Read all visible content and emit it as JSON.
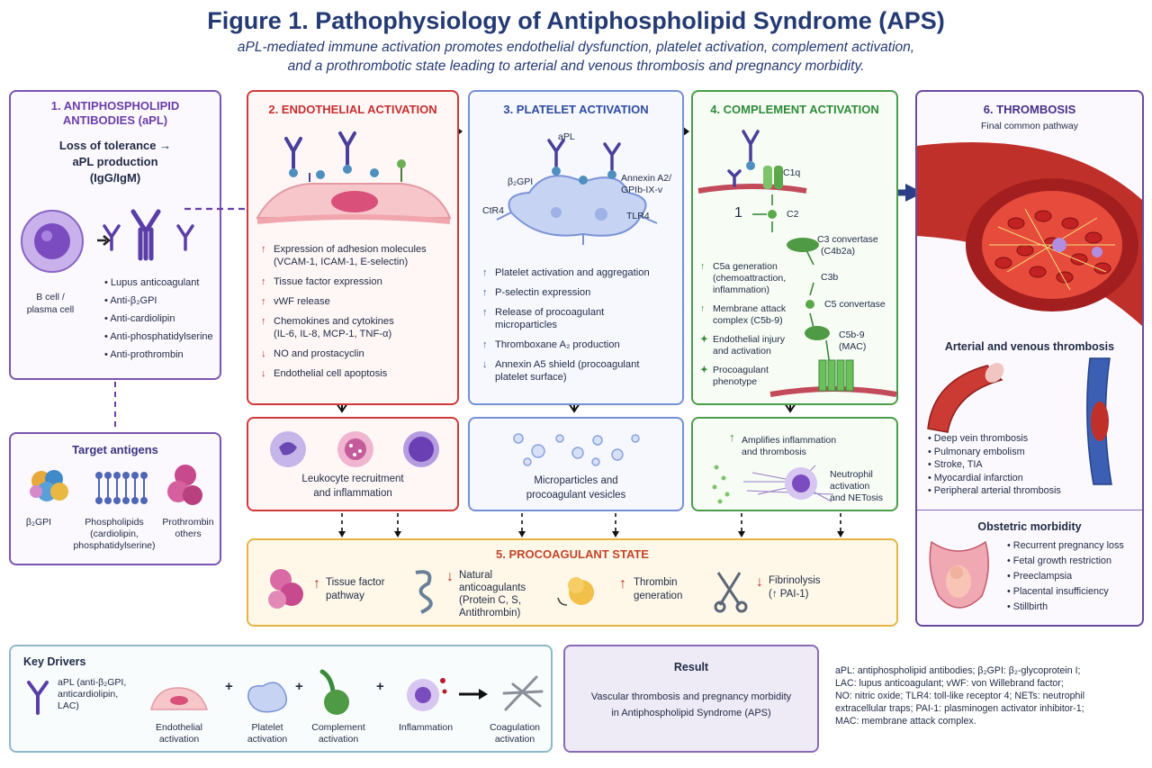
{
  "title": "Figure 1. Pathophysiology of Antiphospholipid Syndrome (APS)",
  "subtitle_line1": "aPL-mediated immune activation promotes endothelial dysfunction, platelet activation, complement activation,",
  "subtitle_line2": "and a prothrombotic state leading to arterial and venous thrombosis and pregnancy morbidity.",
  "panel1": {
    "heading_l1": "1. ANTIPHOSPHOLIPID",
    "heading_l2": "ANTIBODIES (aPL)",
    "desc_l1": "Loss of tolerance →",
    "desc_l2": "aPL production",
    "desc_l3": "(IgG/IgM)",
    "cell_label_l1": "B cell /",
    "cell_label_l2": "plasma cell",
    "antibodies": [
      "Lupus anticoagulant",
      "Anti-β₂GPI",
      "Anti-cardiolipin",
      "Anti-phosphatidylserine",
      "Anti-prothrombin"
    ]
  },
  "targets": {
    "heading": "Target antigens",
    "items": [
      {
        "l1": "β₂GPI",
        "l2": "",
        "l3": ""
      },
      {
        "l1": "Phospholipids",
        "l2": "(cardiolipin,",
        "l3": "phosphatidylserine)"
      },
      {
        "l1": "Prothrombin",
        "l2": "others",
        "l3": ""
      }
    ]
  },
  "panel2": {
    "heading": "2. ENDOTHELIAL ACTIVATION",
    "items": [
      {
        "mark": "↑",
        "l1": "Expression of adhesion molecules",
        "l2": "(VCAM-1, ICAM-1, E-selectin)"
      },
      {
        "mark": "↑",
        "l1": "Tissue factor expression",
        "l2": ""
      },
      {
        "mark": "↑",
        "l1": "vWF release",
        "l2": ""
      },
      {
        "mark": "↑",
        "l1": "Chemokines and cytokines",
        "l2": "(IL-6, IL-8, MCP-1, TNF-α)"
      },
      {
        "mark": "↓",
        "l1": "NO and prostacyclin",
        "l2": ""
      },
      {
        "mark": "↓",
        "l1": "Endothelial cell apoptosis",
        "l2": ""
      }
    ],
    "bottom_l1": "Leukocyte recruitment",
    "bottom_l2": "and inflammation"
  },
  "panel3": {
    "heading": "3. PLATELET ACTIVATION",
    "labels": {
      "apl": "aPL",
      "b2gpi": "β₂GPI",
      "annexin_l1": "Annexin A2/",
      "annexin_l2": "GPIb-IX-v",
      "ctr4": "CtR4",
      "tlr4": "TLR4"
    },
    "items": [
      {
        "mark": "↑",
        "l1": "Platelet activation and aggregation",
        "l2": ""
      },
      {
        "mark": "↑",
        "l1": "P-selectin expression",
        "l2": ""
      },
      {
        "mark": "↑",
        "l1": "Release of procoagulant",
        "l2": "microparticles"
      },
      {
        "mark": "↑",
        "l1": "Thromboxane A₂ production",
        "l2": ""
      },
      {
        "mark": "↓",
        "l1": "Annexin A5 shield (procoagulant",
        "l2": "platelet surface)"
      }
    ],
    "bottom_l1": "Microparticles and",
    "bottom_l2": "procoagulant vesicles"
  },
  "panel4": {
    "heading": "4. COMPLEMENT ACTIVATION",
    "cascade": {
      "c1q": "C1q",
      "inhib": "1",
      "c2": "C2",
      "c3conv_l1": "C3 convertase",
      "c3conv_l2": "(C4b2a)",
      "c3b": "C3b",
      "c5conv": "C5 convertase",
      "mac_l1": "C5b-9",
      "mac_l2": "(MAC)"
    },
    "items": [
      {
        "mark": "↑",
        "l1": "C5a generation",
        "l2": "(chemoattraction,",
        "l3": "inflammation)"
      },
      {
        "mark": "↑",
        "l1": "Membrane attack",
        "l2": "complex (C5b-9)",
        "l3": ""
      },
      {
        "mark": "✦",
        "l1": "Endothelial injury",
        "l2": "and activation",
        "l3": ""
      },
      {
        "mark": "✦",
        "l1": "Procoagulant",
        "l2": "phenotype",
        "l3": ""
      }
    ],
    "bottom_mark": "↑",
    "bottom_a_l1": "Amplifies inflammation",
    "bottom_a_l2": "and thrombosis",
    "bottom_b_l1": "Neutrophil",
    "bottom_b_l2": "activation",
    "bottom_b_l3": "and NETosis"
  },
  "panel5": {
    "heading": "5. PROCOAGULANT STATE",
    "items": [
      {
        "mark": "↑",
        "l1": "Tissue factor",
        "l2": "pathway",
        "l3": "",
        "l4": ""
      },
      {
        "mark": "↓",
        "l1": "Natural",
        "l2": "anticoagulants",
        "l3": "(Protein C, S,",
        "l4": "Antithrombin)"
      },
      {
        "mark": "↑",
        "l1": "Thrombin",
        "l2": "generation",
        "l3": "",
        "l4": ""
      },
      {
        "mark": "↓",
        "l1": "Fibrinolysis",
        "l2": "(↑ PAI-1)",
        "l3": "",
        "l4": ""
      }
    ]
  },
  "panel6": {
    "heading": "6. THROMBOSIS",
    "subheading": "Final common pathway",
    "arterial_heading": "Arterial and venous thrombosis",
    "arterial_items": [
      "Deep vein thrombosis",
      "Pulmonary embolism",
      "Stroke, TIA",
      "Myocardial infarction",
      "Peripheral arterial thrombosis"
    ],
    "obstetric_heading": "Obstetric morbidity",
    "obstetric_items": [
      "Recurrent pregnancy loss",
      "Fetal growth restriction",
      "Preeclampsia",
      "Placental insufficiency",
      "Stillbirth"
    ]
  },
  "key": {
    "heading": "Key Drivers",
    "apl_l1": "aPL (anti-β₂GPI,",
    "apl_l2": "anticardiolipin,",
    "apl_l3": "LAC)",
    "drivers": [
      {
        "l1": "Endothelial",
        "l2": "activation"
      },
      {
        "l1": "Platelet",
        "l2": "activation"
      },
      {
        "l1": "Complement",
        "l2": "activation"
      },
      {
        "l1": "Inflammation",
        "l2": ""
      },
      {
        "l1": "Coagulation",
        "l2": "activation"
      }
    ],
    "plus": "+"
  },
  "result": {
    "heading": "Result",
    "l1": "Vascular thrombosis and pregnancy morbidity",
    "l2": "in Antiphospholipid Syndrome (APS)"
  },
  "abbrev": [
    "aPL: antiphospholipid antibodies; β₂GPI: β₂-glycoprotein I;",
    "LAC: lupus anticoagulant; vWF: von Willebrand factor;",
    "NO: nitric oxide; TLR4: toll-like receptor 4; NETs: neutrophil",
    "extracellular traps; PAI-1: plasminogen activator inhibitor-1;",
    "MAC: membrane attack complex."
  ],
  "colors": {
    "title": "#243a73",
    "endothelial": "#cf3a3a",
    "platelet": "#7590d4",
    "complement": "#4a9d4a",
    "apl": "#7b55b0",
    "procoag": "#e5b544",
    "thrombosis": "#6a4a9e"
  }
}
